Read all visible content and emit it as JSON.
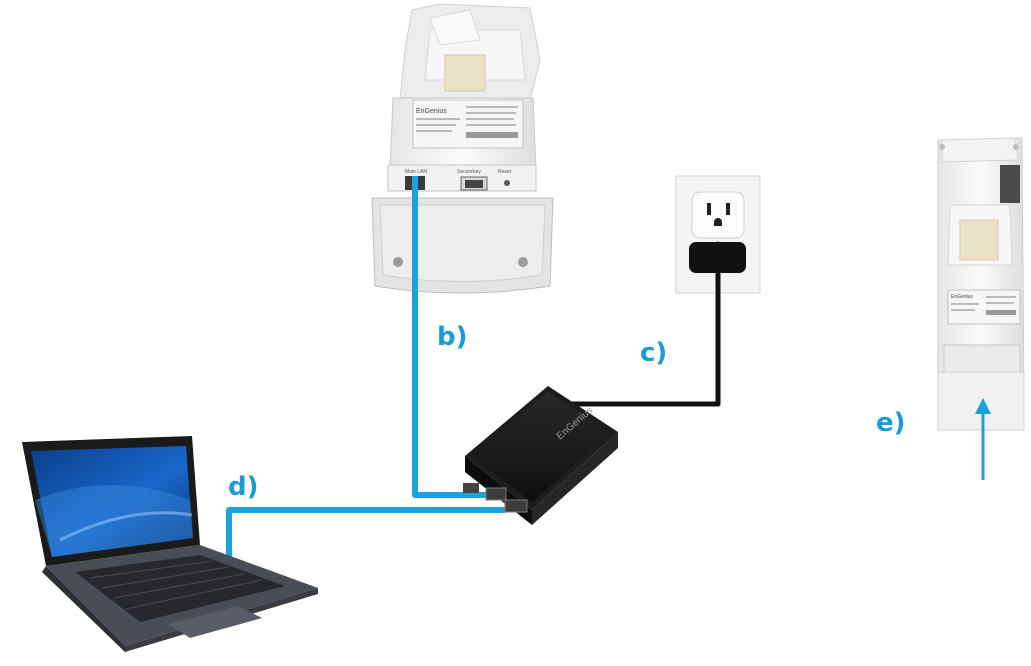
{
  "labels": {
    "b": "b)",
    "c": "c)",
    "d": "d)",
    "e": "e)"
  },
  "device": {
    "brand": "EnGenius",
    "port_main": "Main LAN",
    "port_secondary": "Secondary",
    "port_reset": "Reset"
  },
  "poe": {
    "brand": "EnGenius"
  },
  "colors": {
    "cable_ethernet": "#1da1dc",
    "cable_power": "#111111",
    "label": "#1a9bd7"
  },
  "icons": {
    "access_point": "outdoor-access-point",
    "injector": "poe-injector",
    "outlet": "wall-outlet",
    "laptop": "laptop",
    "arrow": "arrow-up"
  }
}
